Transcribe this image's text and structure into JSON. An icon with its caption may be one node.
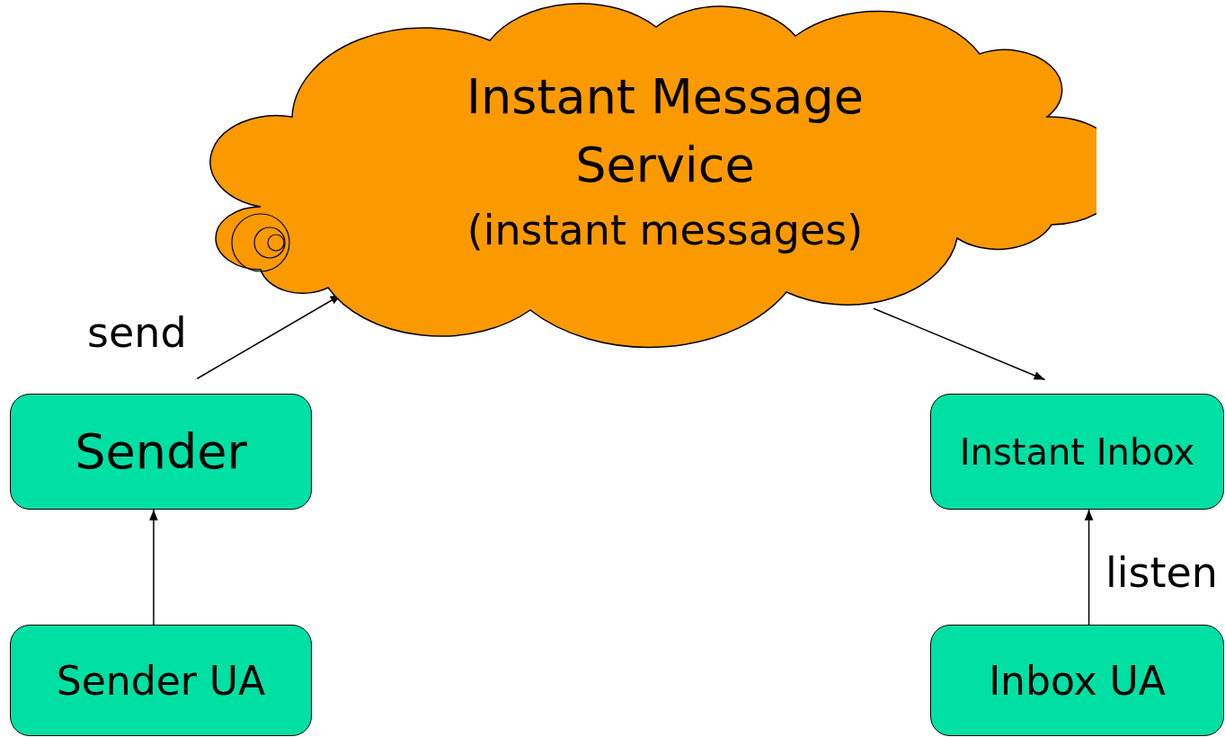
{
  "diagram": {
    "nodes": [
      {
        "text": [
          "Instant Message Service",
          "(instant messages)"
        ]
      },
      {
        "text": [
          "Sender"
        ]
      },
      {
        "text": [
          "Sender UA"
        ]
      },
      {
        "text": [
          "Instant Inbox"
        ]
      },
      {
        "text": [
          "Inbox UA"
        ]
      }
    ],
    "edges": [
      {
        "from": 1,
        "to": 0,
        "arrow": "to",
        "label": "send"
      },
      {
        "from": 0,
        "to": 3,
        "arrow": "to"
      },
      {
        "from": 2,
        "to": 1,
        "arrow": "to"
      },
      {
        "from": 4,
        "to": 3,
        "arrow": "to",
        "label": "listen"
      }
    ]
  }
}
